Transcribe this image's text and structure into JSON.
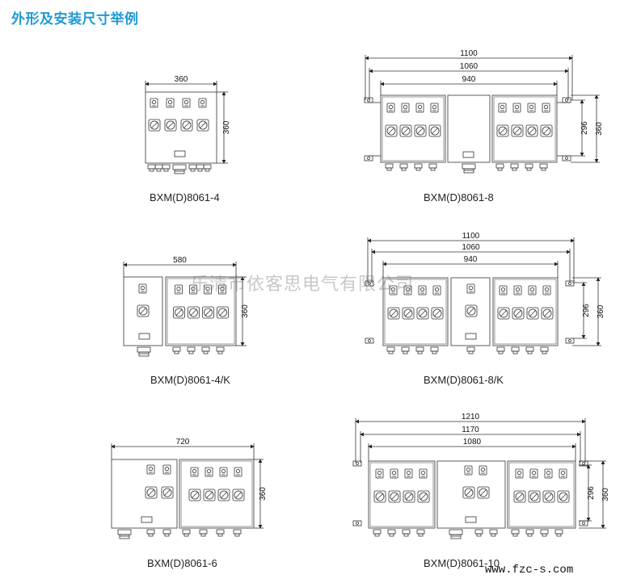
{
  "header": {
    "title": "外形及安装尺寸举例"
  },
  "figures": [
    {
      "model": "BXM(D)8061-4",
      "dims": [
        "360"
      ],
      "height_dims": [
        "360"
      ]
    },
    {
      "model": "BXM(D)8061-8",
      "dims": [
        "1100",
        "1060",
        "940"
      ],
      "height_dims": [
        "296",
        "360"
      ]
    },
    {
      "model": "BXM(D)8061-4/K",
      "dims": [
        "580"
      ],
      "height_dims": [
        "360"
      ]
    },
    {
      "model": "BXM(D)8061-8/K",
      "dims": [
        "1100",
        "1060",
        "940"
      ],
      "height_dims": [
        "296",
        "360"
      ]
    },
    {
      "model": "BXM(D)8061-6",
      "dims": [
        "720"
      ],
      "height_dims": [
        "360"
      ]
    },
    {
      "model": "BXM(D)8061-10",
      "dims": [
        "1210",
        "1170",
        "1080"
      ],
      "height_dims": [
        "296",
        "360"
      ]
    }
  ],
  "watermark": "乐清市依客思电气有限公司",
  "website": "www.fzc-s.com"
}
